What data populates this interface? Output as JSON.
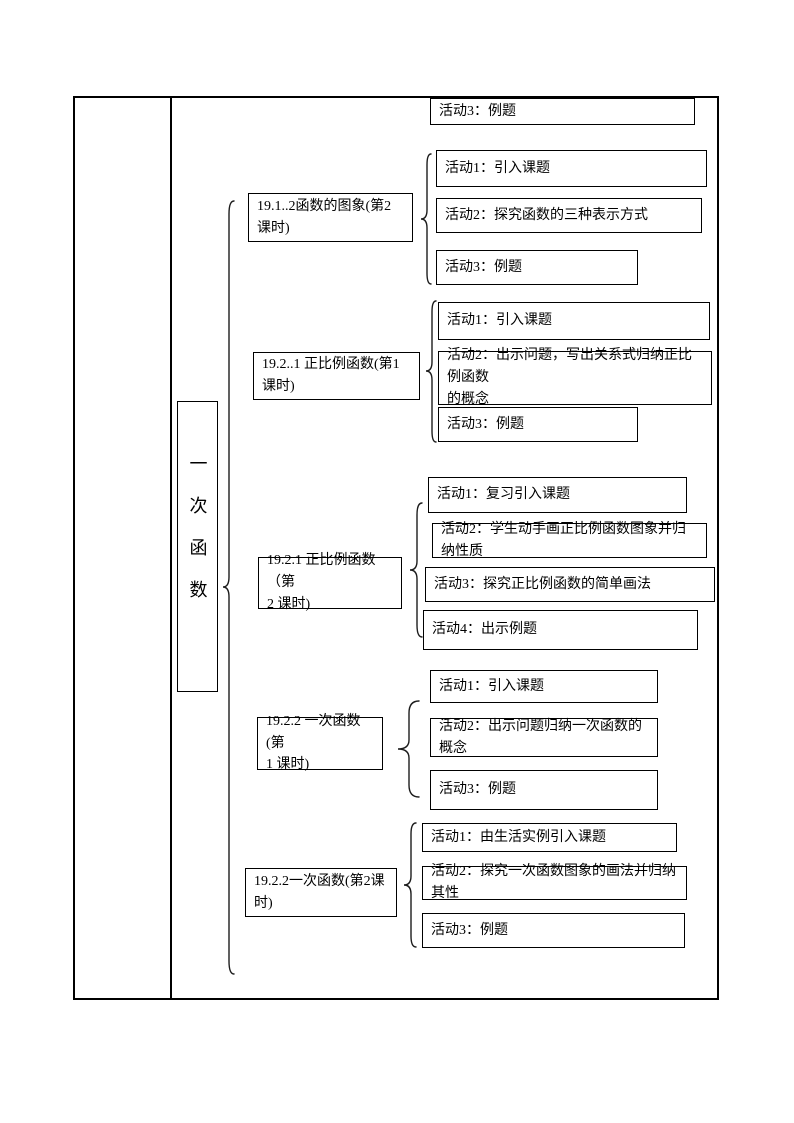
{
  "document": {
    "page_background": "#ffffff",
    "line_color": "#000000"
  },
  "diagram": {
    "root_label": "一次函数",
    "top_partial_activity": "活动3：例题",
    "sections": [
      {
        "lesson": "19.1..2函数的图象(第2课时)",
        "activities": [
          "活动1：引入课题",
          "活动2：探究函数的三种表示方式",
          "活动3：例题"
        ]
      },
      {
        "lesson": "19.2..1 正比例函数(第1课时)",
        "activities": [
          "活动1：引入课题",
          "活动2：出示问题，写出关系式归纳正比例函数\n的概念",
          "活动3：例题"
        ]
      },
      {
        "lesson": "19.2.1 正比例函数（第\n2 课时)",
        "activities": [
          "活动1：复习引入课题",
          "活动2：学生动手画正比例函数图象并归纳性质",
          "活动3：探究正比例函数的简单画法",
          "活动4：出示例题"
        ]
      },
      {
        "lesson": "19.2.2 一次函数(第\n1 课时)",
        "activities": [
          "活动1：引入课题",
          "活动2：出示问题归纳一次函数的概念",
          "活动3：例题"
        ]
      },
      {
        "lesson": "19.2.2一次函数(第2课时)",
        "activities": [
          "活动1：由生活实例引入课题",
          "活动2：探究一次函数图象的画法并归纳其性",
          "活动3：例题"
        ]
      }
    ]
  }
}
